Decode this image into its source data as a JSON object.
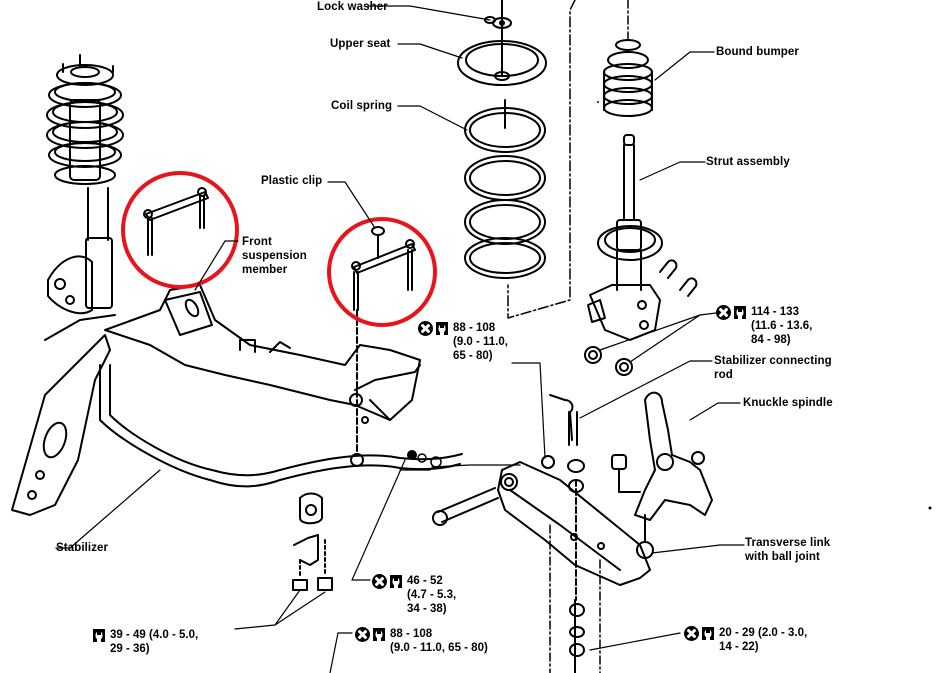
{
  "diagram": {
    "title": "Front suspension exploded view",
    "highlight_color": "#e8141b",
    "line_color": "#000000",
    "labels": {
      "lock_washer": "Lock washer",
      "upper_seat": "Upper seat",
      "coil_spring": "Coil spring",
      "bound_bumper": "Bound bumper",
      "strut_assembly": "Strut assembly",
      "plastic_clip": "Plastic clip",
      "front_suspension_member": [
        "Front",
        "suspension",
        "member"
      ],
      "stabilizer_connecting_rod": [
        "Stabilizer connecting",
        "rod"
      ],
      "knuckle_spindle": "Knuckle spindle",
      "transverse_link": [
        "Transverse link",
        "with ball joint"
      ],
      "stabilizer": "Stabilizer"
    },
    "torque_specs": [
      {
        "id": "member-bolts",
        "icons": [
          "replace-icon",
          "torque-wrench-icon"
        ],
        "lines": [
          "88 - 108",
          "(9.0 - 11.0,",
          "65 - 80)"
        ]
      },
      {
        "id": "strut-knuckle",
        "icons": [
          "replace-icon",
          "torque-wrench-icon"
        ],
        "lines": [
          "114 - 133",
          "(11.6 - 13.6,",
          "84 - 98)"
        ]
      },
      {
        "id": "stabilizer-bracket",
        "icons": [
          "torque-wrench-icon"
        ],
        "lines": [
          "39 - 49 (4.0 - 5.0,",
          "29 - 36)"
        ]
      },
      {
        "id": "stabilizer-link",
        "icons": [
          "replace-icon",
          "torque-wrench-icon"
        ],
        "lines": [
          "46 - 52",
          "(4.7 - 5.3,",
          "34 - 38)"
        ]
      },
      {
        "id": "link-pivot",
        "icons": [
          "replace-icon",
          "torque-wrench-icon"
        ],
        "lines": [
          "88 - 108",
          "(9.0 - 11.0, 65 - 80)"
        ]
      },
      {
        "id": "ball-joint",
        "icons": [
          "replace-icon",
          "torque-wrench-icon"
        ],
        "lines": [
          "20 - 29 (2.0 - 3.0,",
          "14 - 22)"
        ]
      }
    ],
    "highlights": [
      "left-bolt-plate",
      "right-bolt-plate"
    ]
  }
}
